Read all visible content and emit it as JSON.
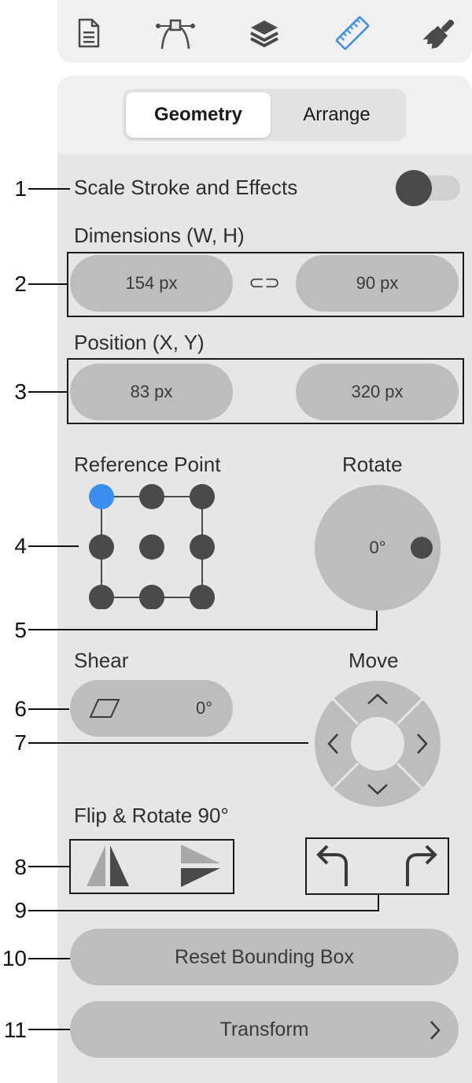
{
  "toolbar": {
    "tools": [
      {
        "name": "document-icon"
      },
      {
        "name": "bezier-pen-icon"
      },
      {
        "name": "layers-icon"
      },
      {
        "name": "ruler-icon",
        "active": true
      },
      {
        "name": "brush-icon"
      }
    ],
    "active_color": "#3a8ef0"
  },
  "segmented": {
    "tabs": [
      "Geometry",
      "Arrange"
    ],
    "selected": "Geometry"
  },
  "scale_stroke": {
    "label": "Scale Stroke and Effects",
    "enabled": false
  },
  "dimensions": {
    "label": "Dimensions (W, H)",
    "width": "154 px",
    "height": "90 px",
    "link_glyph": "⊂⊃"
  },
  "position": {
    "label": "Position (X, Y)",
    "x": "83 px",
    "y": "320 px"
  },
  "reference_point": {
    "label": "Reference Point",
    "selected": "top-left",
    "selected_color": "#3a8ef0"
  },
  "rotate": {
    "label": "Rotate",
    "value": "0°"
  },
  "shear": {
    "label": "Shear",
    "value": "0°"
  },
  "move": {
    "label": "Move"
  },
  "flip_rotate": {
    "label": "Flip & Rotate 90°"
  },
  "reset_button": "Reset Bounding Box",
  "transform_button": "Transform",
  "callouts": [
    "1",
    "2",
    "3",
    "4",
    "5",
    "6",
    "7",
    "8",
    "9",
    "10",
    "11"
  ]
}
